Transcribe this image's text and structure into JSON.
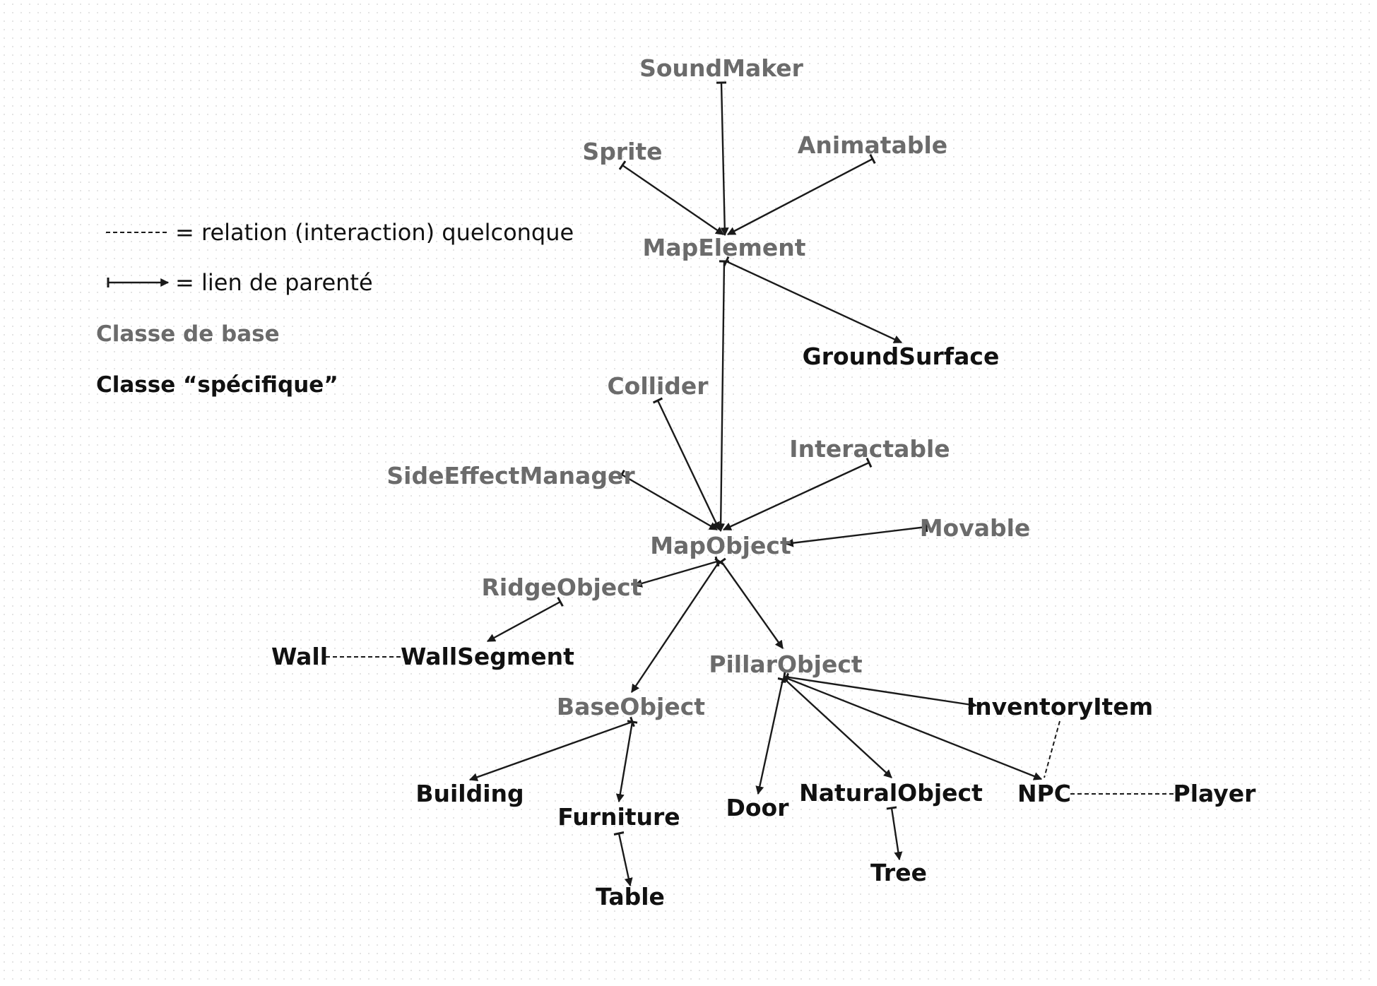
{
  "legend": {
    "relation_label": "= relation (interaction) quelconque",
    "parent_label": "= lien de parenté",
    "base_class_label": "Classe de base",
    "specific_class_label": "Classe “spécifique”"
  },
  "nodes": {
    "soundmaker": "SoundMaker",
    "sprite": "Sprite",
    "animatable": "Animatable",
    "mapelement": "MapElement",
    "groundsurface": "GroundSurface",
    "collider": "Collider",
    "interactable": "Interactable",
    "sideeffectmanager": "SideEffectManager",
    "mapobject": "MapObject",
    "movable": "Movable",
    "ridgeobject": "RidgeObject",
    "wall": "Wall",
    "wallsegment": "WallSegment",
    "pillarobject": "PillarObject",
    "baseobject": "BaseObject",
    "inventoryitem": "InventoryItem",
    "building": "Building",
    "furniture": "Furniture",
    "door": "Door",
    "naturalobject": "NaturalObject",
    "npc": "NPC",
    "player": "Player",
    "table": "Table",
    "tree": "Tree"
  },
  "colors": {
    "base_class": "#6b6b6b",
    "specific_class": "#111111",
    "edge": "#1a1a1a"
  }
}
